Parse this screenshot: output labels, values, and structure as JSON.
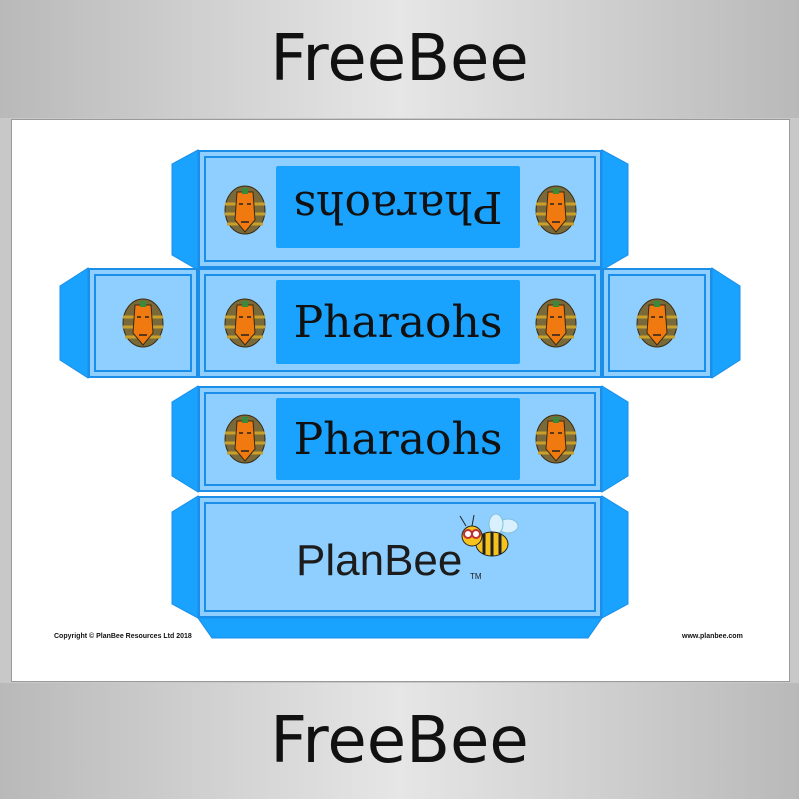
{
  "banner": {
    "top": "FreeBee",
    "bottom": "FreeBee"
  },
  "labels": {
    "top_flipped": "Pharaohs",
    "middle": "Pharaohs",
    "lower": "Pharaohs"
  },
  "logo": {
    "brand": "PlanBee",
    "tm": "TM"
  },
  "footer": {
    "copyright": "Copyright © PlanBee Resources Ltd 2018",
    "website": "www.planbee.com"
  },
  "colors": {
    "panel": "#8fcfff",
    "label": "#1aa2ff",
    "border": "#1a8ee8",
    "tab": "#1aa2ff"
  },
  "icons": {
    "pharaoh": "pharaoh-mask-icon",
    "bee": "bee-mascot-icon"
  }
}
